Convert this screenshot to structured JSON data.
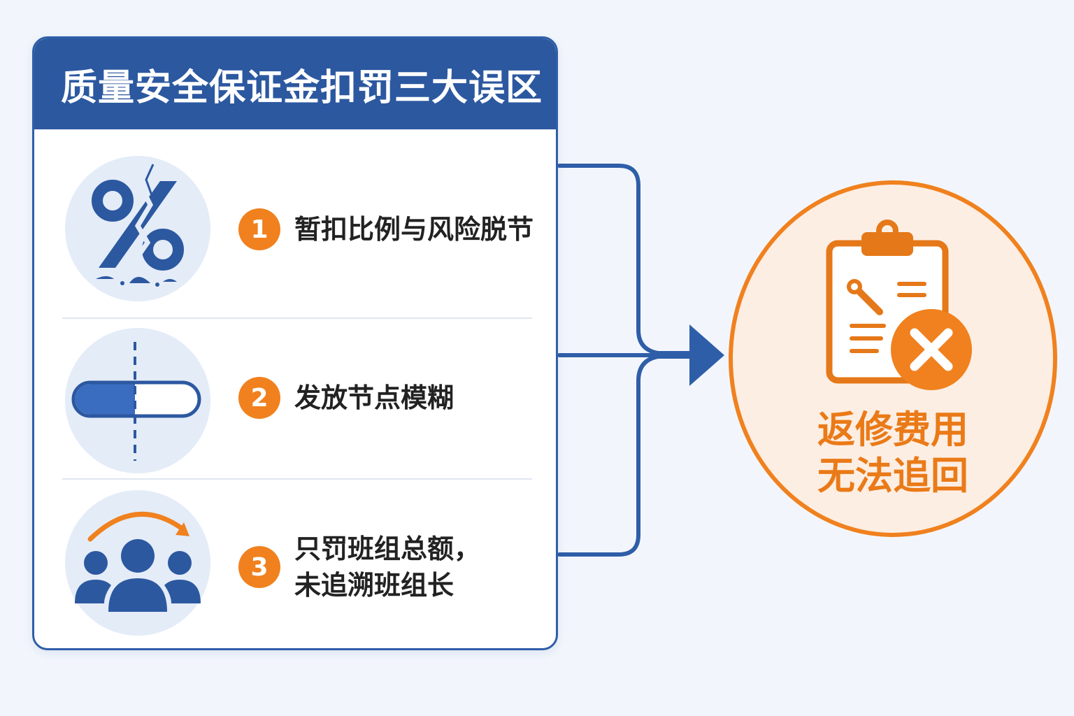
{
  "title": "质量安全保证金扣罚三大误区",
  "items": [
    {
      "number": "1",
      "line1": "暂扣比例与风险脱节",
      "line2": "",
      "icon": "cracked-percent-icon"
    },
    {
      "number": "2",
      "line1": "发放节点模糊",
      "line2": "",
      "icon": "progress-bar-icon"
    },
    {
      "number": "3",
      "line1": "只罚班组总额，",
      "line2": "未追溯班组长",
      "icon": "team-group-icon"
    }
  ],
  "result": {
    "line1": "返修费用",
    "line2": "无法追回",
    "icon": "clipboard-error-icon"
  },
  "colors": {
    "primary_blue": "#2c58a0",
    "accent_orange": "#f0811e",
    "light_blue": "#e4ecf8",
    "light_orange": "#fdeee3"
  }
}
